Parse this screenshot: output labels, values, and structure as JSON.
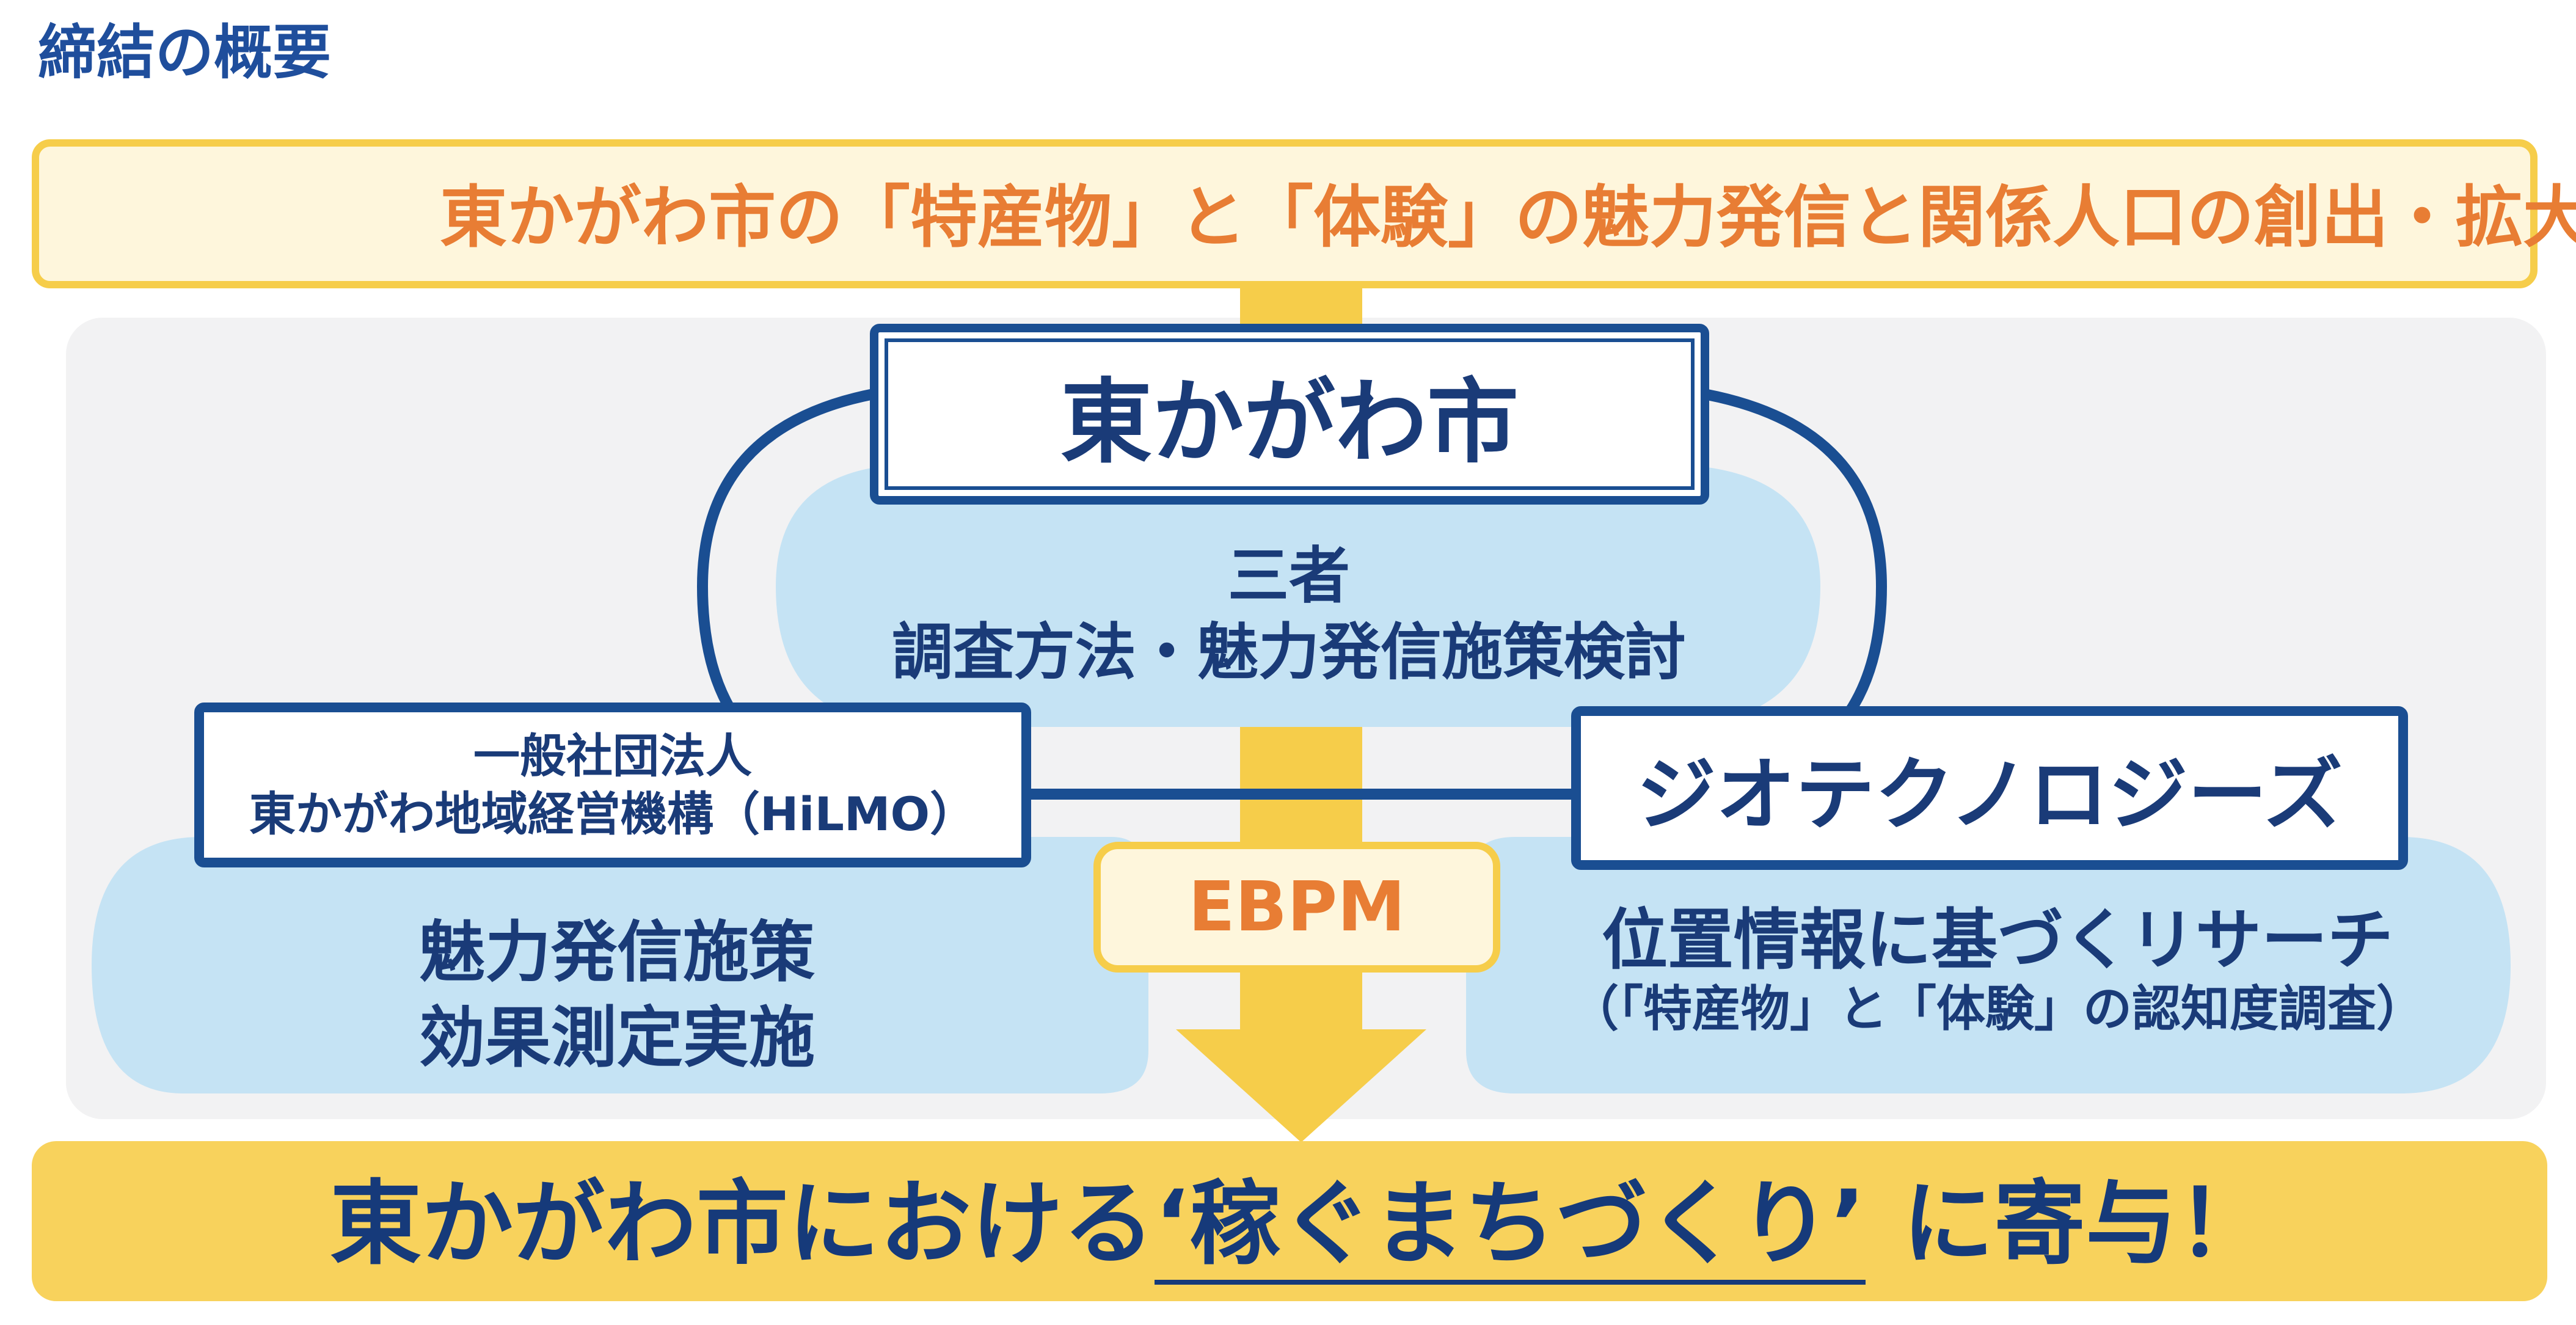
{
  "heading": "締結の概要",
  "banner": "東かがわ市の「特産物」と「体験」の魅力発信と関係人口の創出・拡大",
  "city": {
    "name": "東かがわ市",
    "role_line1": "三者",
    "role_line2": "調査方法・魅力発信施策検討"
  },
  "hilmo": {
    "line1": "一般社団法人",
    "line2": "東かがわ地域経営機構（HiLMO）",
    "role_line1": "魅力発信施策",
    "role_line2": "効果測定実施"
  },
  "geo": {
    "name": "ジオテクノロジーズ",
    "role_line1": "位置情報に基づくリサーチ",
    "role_line2": "（「特産物」と「体験」の認知度調査）"
  },
  "center_label": "EBPM",
  "bottom": {
    "prefix": "東かがわ市における",
    "emphasis": "‘稼ぐまちづくり’",
    "suffix": "に寄与！"
  },
  "colors": {
    "navy": "#1a4e92",
    "orange": "#e87d34",
    "yellow": "#f6cd4a",
    "light_blue": "#c5e3f4",
    "panel_gray": "#f2f2f3"
  }
}
